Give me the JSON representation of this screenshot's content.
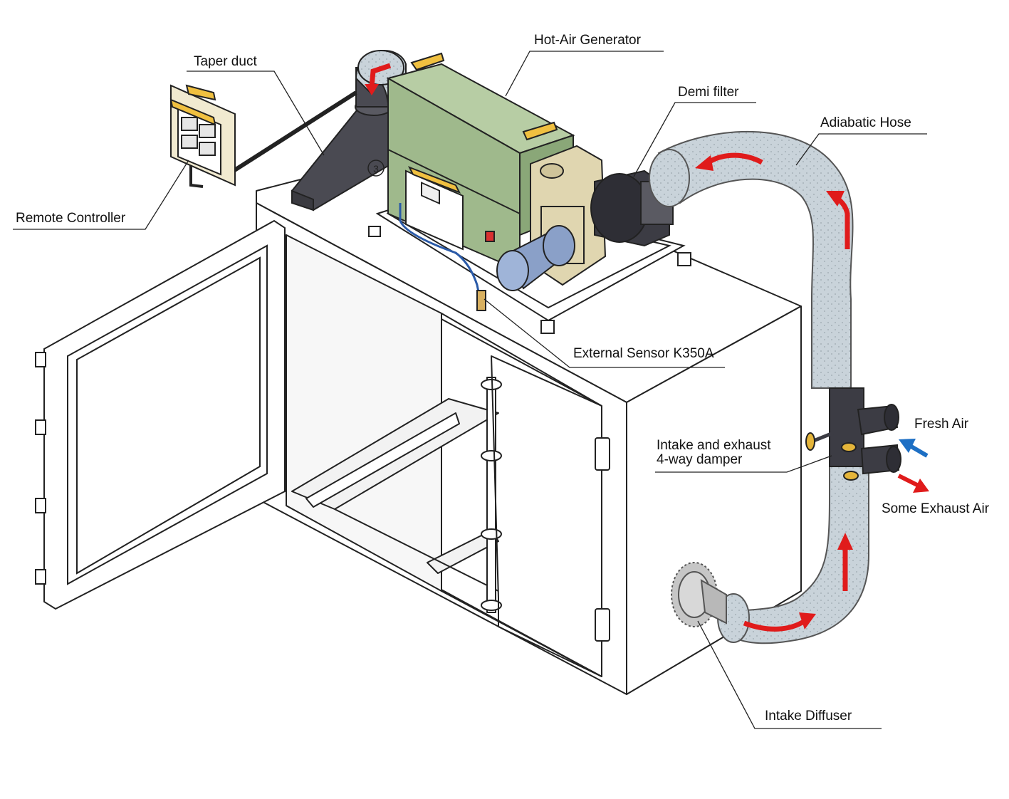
{
  "labels": {
    "taper_duct": "Taper duct",
    "hot_air_generator": "Hot-Air Generator",
    "demi_filter": "Demi filter",
    "adiabatic_hose": "Adiabatic Hose",
    "remote_controller": "Remote Controller",
    "external_sensor": "External Sensor K350A",
    "fresh_air": "Fresh Air",
    "damper_line1": "Intake and exhaust",
    "damper_line2": "4-way damper",
    "exhaust_air": "Some Exhaust Air",
    "intake_diffuser": "Intake Diffuser",
    "generator_number": "3"
  },
  "colors": {
    "generator_body": "#9fb98c",
    "blower_housing": "#e0d6b0",
    "duct_dark": "#4a4a52",
    "hose": "#c9d3da",
    "flow_arrow": "#e01b1b",
    "fresh_air_arrow": "#1d6fc4",
    "handle": "#f0c040",
    "cabinet": "#ffffff",
    "outline": "#222222"
  }
}
